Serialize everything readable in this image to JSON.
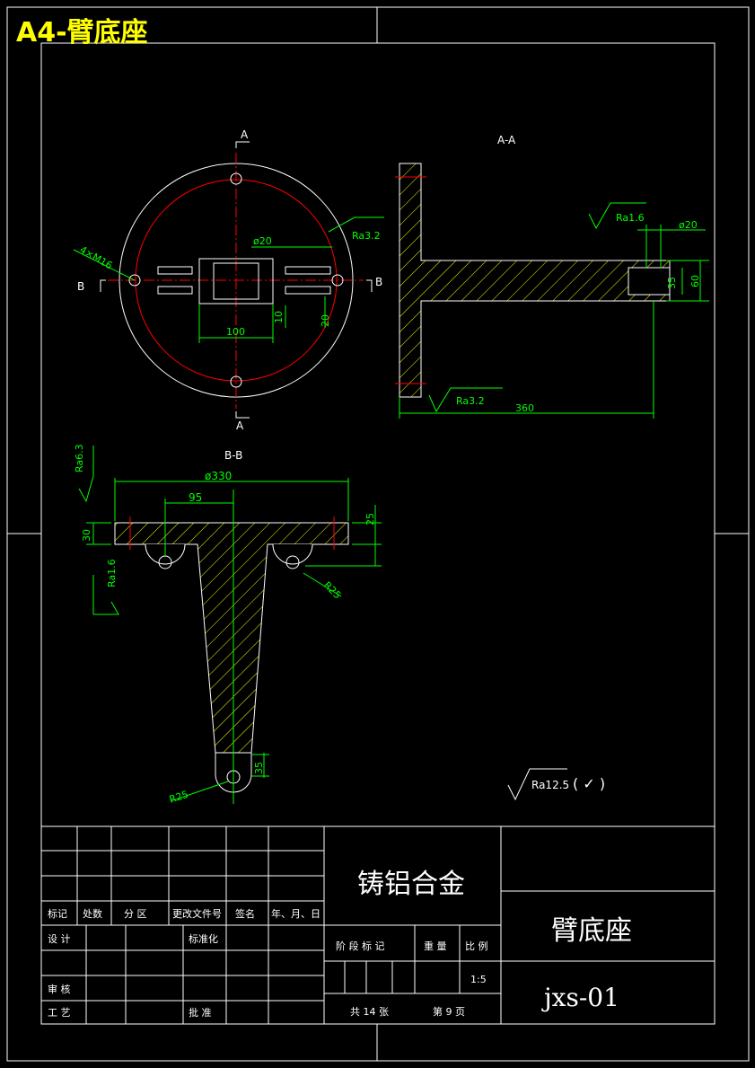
{
  "sheet_title": "A4-臂底座",
  "views": {
    "top_view": {
      "section_marks": {
        "a_top": "A",
        "a_bottom": "A",
        "b_left": "B",
        "b_right": "B"
      },
      "dims": {
        "holes": "4×M16",
        "dia20": "ø20",
        "roughness": "Ra3.2",
        "width100": "100",
        "d10": "10",
        "d20": "20"
      }
    },
    "section_aa": {
      "label": "A-A",
      "dims": {
        "rough1": "Ra1.6",
        "dia20": "ø20",
        "d35": "35",
        "d60": "60",
        "rough2": "Ra3.2",
        "len360": "360"
      }
    },
    "section_bb": {
      "label": "B-B",
      "dims": {
        "dia330": "ø330",
        "d95": "95",
        "d25": "25",
        "d30": "30",
        "rough63": "Ra6.3",
        "rough16": "Ra1.6",
        "r25a": "R25",
        "d35": "35",
        "r25b": "R25"
      }
    },
    "general_roughness": {
      "value": "Ra12.5",
      "bracket": "(  ✓ )"
    }
  },
  "title_block": {
    "material": "铸铝合金",
    "part_name": "臂底座",
    "drawing_no": "jxs-01",
    "scale": "1:5",
    "sheets_total": "共 14 张",
    "sheet_no": "第 9 页",
    "headers": {
      "mark": "标记",
      "count": "处数",
      "zone": "分 区",
      "doc_no": "更改文件号",
      "sign": "签名",
      "date": "年、月、日",
      "design": "设 计",
      "standard": "标准化",
      "review": "审 核",
      "process": "工 艺",
      "approve": "批 准",
      "stage_mark": "阶 段 标 记",
      "weight": "重 量",
      "ratio": "比 例"
    }
  },
  "colors": {
    "frame": "#ffffff",
    "dimension": "#00ff00",
    "center": "#ff0000",
    "title": "#ffff00"
  }
}
